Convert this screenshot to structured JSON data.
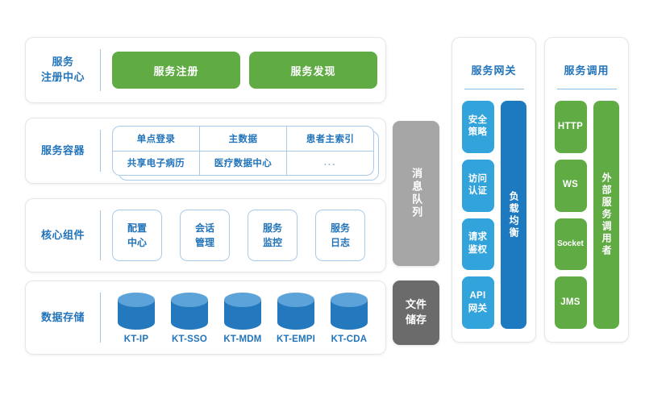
{
  "colors": {
    "green": "#61ab45",
    "blue_light": "#33a3db",
    "blue_deep": "#1d79c0",
    "blue_text": "#2274ba",
    "gray_light": "#a6a6a6",
    "gray_dark": "#6b6b6b",
    "border_light": "#a9cbe9",
    "card_border": "#e4e6e8",
    "cylinder_body": "#2478bd",
    "cylinder_top": "#5ba3d8"
  },
  "rows": {
    "registry": {
      "label": "服务\n注册中心",
      "label_line1": "服务",
      "label_line2": "注册中心",
      "items": [
        {
          "label": "服务注册"
        },
        {
          "label": "服务发现"
        }
      ]
    },
    "container": {
      "label": "服务容器",
      "grid": {
        "top": [
          "单点登录",
          "主数据",
          "患者主索引"
        ],
        "bottom": [
          "共享电子病历",
          "医疗数据中心",
          "..."
        ]
      }
    },
    "core": {
      "label": "核心组件",
      "items": [
        {
          "line1": "配置",
          "line2": "中心"
        },
        {
          "line1": "会话",
          "line2": "管理"
        },
        {
          "line1": "服务",
          "line2": "监控"
        },
        {
          "line1": "服务",
          "line2": "日志"
        }
      ]
    },
    "data": {
      "label": "数据存储",
      "items": [
        {
          "label": "KT-IP"
        },
        {
          "label": "KT-SSO"
        },
        {
          "label": "KT-MDM"
        },
        {
          "label": "KT-EMPI"
        },
        {
          "label": "KT-CDA"
        }
      ]
    }
  },
  "middle": {
    "message_queue": {
      "label": "消息队列"
    },
    "file_storage": {
      "line1": "文件",
      "line2": "储存"
    }
  },
  "columns": {
    "gateway": {
      "title": "服务网关",
      "tiles": [
        {
          "line1": "安全",
          "line2": "策略"
        },
        {
          "line1": "访问",
          "line2": "认证"
        },
        {
          "line1": "请求",
          "line2": "鉴权"
        },
        {
          "line1": "API",
          "line2": "网关"
        }
      ],
      "sidebar": {
        "label": "负载均衡"
      }
    },
    "invoke": {
      "title": "服务调用",
      "tiles": [
        {
          "label": "HTTP"
        },
        {
          "label": "WS"
        },
        {
          "label": "Socket"
        },
        {
          "label": "JMS"
        }
      ],
      "sidebar": {
        "label": "外部服务调用者"
      }
    }
  }
}
